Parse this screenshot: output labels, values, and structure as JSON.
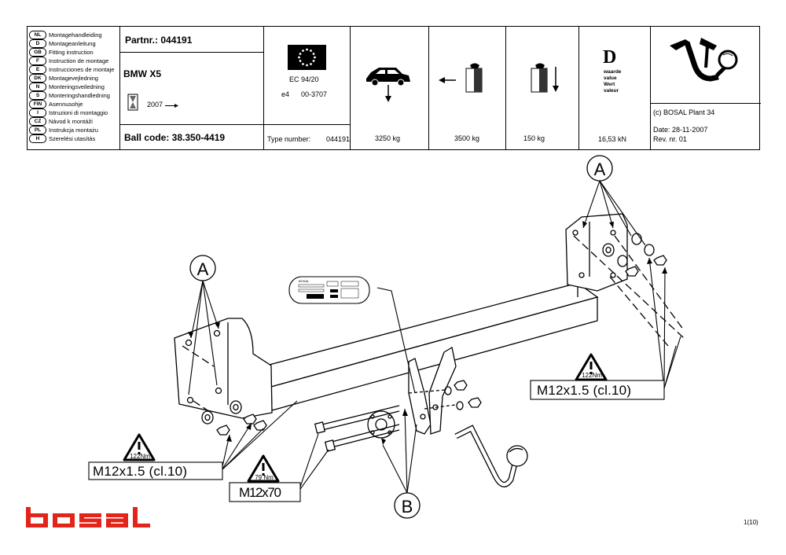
{
  "languages": [
    {
      "code": "NL",
      "label": "Montagehandleiding"
    },
    {
      "code": "D",
      "label": "Montageanleitung"
    },
    {
      "code": "GB",
      "label": "Fitting instruction"
    },
    {
      "code": "F",
      "label": "Instruction de montage"
    },
    {
      "code": "E",
      "label": "Instrucciones de montaje"
    },
    {
      "code": "DK",
      "label": "Montagevejledning"
    },
    {
      "code": "N",
      "label": "Monteringsveiledning"
    },
    {
      "code": "S",
      "label": "Monteringshandledning"
    },
    {
      "code": "FIN",
      "label": "Asennusohje"
    },
    {
      "code": "I",
      "label": "Istruzioni di montaggio"
    },
    {
      "code": "CZ",
      "label": "Návod k montáži"
    },
    {
      "code": "PL",
      "label": "Instrukcja montażu"
    },
    {
      "code": "H",
      "label": "Szerelési utasítás"
    }
  ],
  "partnr": "Partnr.: 044191",
  "vehicle": "BMW X5",
  "year": "2007",
  "ball_code": "Ball code: 38.350-4419",
  "approval": {
    "ec": "EC 94/20",
    "e4": "e4",
    "number": "00-3707"
  },
  "type_label": "Type number:",
  "type_number": "044191",
  "specs": {
    "towing": "3250 kg",
    "trailer": "3500 kg",
    "vertical": "150 kg",
    "dvalue": "16,53 kN"
  },
  "dvalue_letter": "D",
  "dvalue_words": [
    "waarde",
    "value",
    "Wert",
    "valeur"
  ],
  "company": "(c) BOSAL Plant 34",
  "date": "Date: 28-11-2007",
  "rev": "Rev. nr.  01",
  "callouts": {
    "a": "A",
    "b": "B"
  },
  "bolts": {
    "left": "M12x1.5 (cl.10)",
    "right": "M12x1.5 (cl.10)",
    "bottom": "M12x70"
  },
  "torques": {
    "t1": "122Nm",
    "t2": "79 Nm",
    "t3": "122Nm"
  },
  "plate": {
    "brand": "BOSAL"
  },
  "logo": "bosal",
  "page": "1(10)"
}
